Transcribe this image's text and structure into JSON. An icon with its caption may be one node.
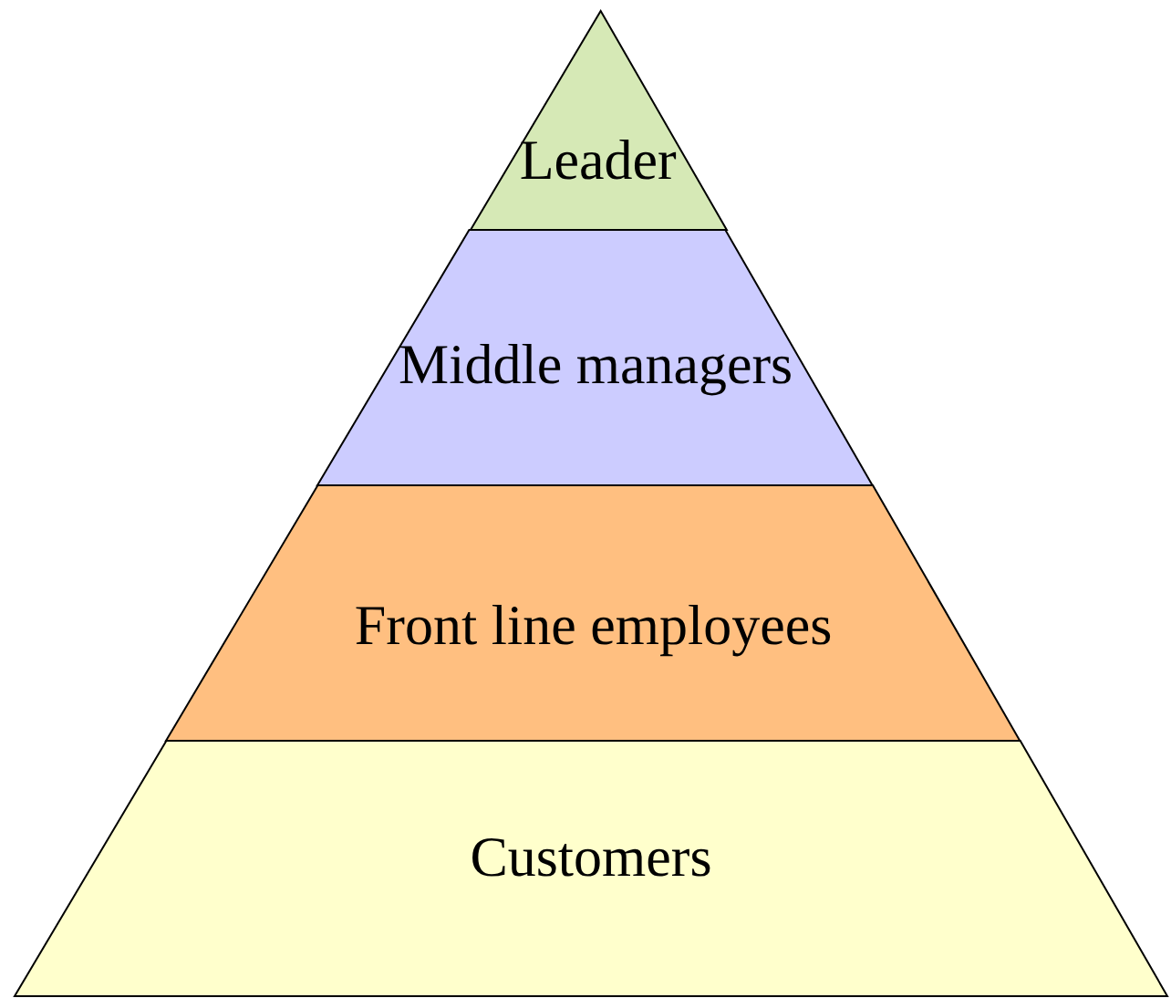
{
  "diagram": {
    "nodes": [
      {
        "text": [
          "Leader"
        ]
      },
      {
        "text": [
          "Middle managers"
        ]
      },
      {
        "text": [
          "Front line employees"
        ]
      },
      {
        "text": [
          "Customers"
        ]
      }
    ]
  }
}
